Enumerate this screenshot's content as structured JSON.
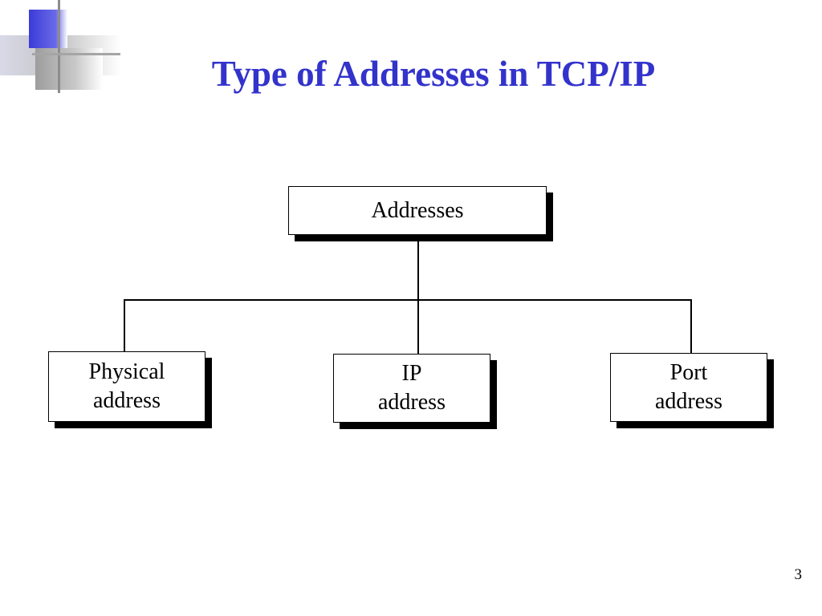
{
  "slide": {
    "title": "Type of Addresses in TCP/IP",
    "title_color": "#3333cc",
    "slide_number": "3",
    "accent_colors": {
      "corner_blue": "#4a4ae0",
      "corner_gray": "#c8c8c8"
    }
  },
  "diagram": {
    "root": {
      "label": "Addresses"
    },
    "children": [
      {
        "label": "Physical\naddress"
      },
      {
        "label": "IP\naddress"
      },
      {
        "label": "Port\naddress"
      }
    ]
  }
}
